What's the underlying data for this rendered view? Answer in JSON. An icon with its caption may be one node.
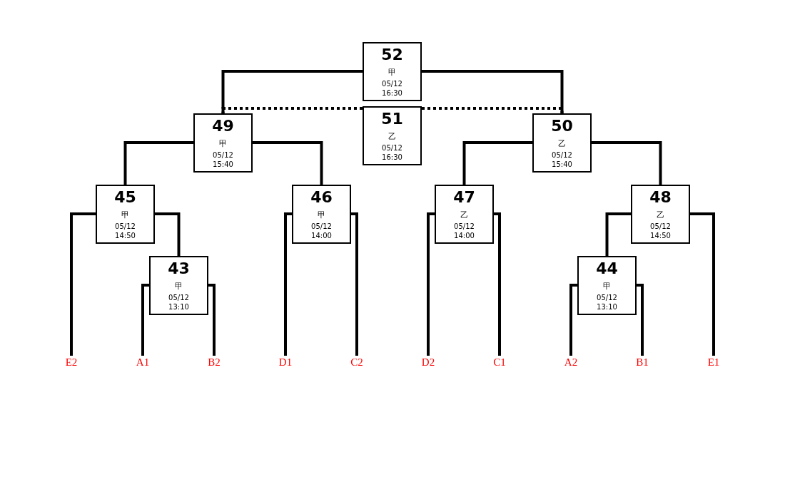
{
  "diagram": {
    "nodes": [
      {
        "text": [
          "52",
          "甲",
          "05/12 16:30"
        ]
      },
      {
        "text": [
          "49",
          "甲",
          "05/12 15:40"
        ]
      },
      {
        "text": [
          "51",
          "乙",
          "05/12 16:30"
        ]
      },
      {
        "text": [
          "50",
          "乙",
          "05/12 15:40"
        ]
      },
      {
        "text": [
          "45",
          "甲",
          "05/12 14:50"
        ]
      },
      {
        "text": [
          "46",
          "甲",
          "05/12 14:00"
        ]
      },
      {
        "text": [
          "47",
          "乙",
          "05/12 14:00"
        ]
      },
      {
        "text": [
          "48",
          "乙",
          "05/12 14:50"
        ]
      },
      {
        "text": [
          "43",
          "甲",
          "05/12 13:10"
        ]
      },
      {
        "text": [
          "44",
          "甲",
          "05/12 13:10"
        ]
      },
      {
        "text": [
          "E2"
        ]
      },
      {
        "text": [
          "A1"
        ]
      },
      {
        "text": [
          "B2"
        ]
      },
      {
        "text": [
          "D1"
        ]
      },
      {
        "text": [
          "C2"
        ]
      },
      {
        "text": [
          "D2"
        ]
      },
      {
        "text": [
          "C1"
        ]
      },
      {
        "text": [
          "A2"
        ]
      },
      {
        "text": [
          "B1"
        ]
      },
      {
        "text": [
          "E1"
        ]
      }
    ],
    "edges": [
      {
        "from": 0,
        "to": 1,
        "arrow": "none"
      },
      {
        "from": 0,
        "to": 3,
        "arrow": "none"
      },
      {
        "from": 2,
        "to": 1,
        "arrow": "none",
        "style": "dashed"
      },
      {
        "from": 2,
        "to": 3,
        "arrow": "none",
        "style": "dashed"
      },
      {
        "from": 1,
        "to": 4,
        "arrow": "none"
      },
      {
        "from": 1,
        "to": 5,
        "arrow": "none"
      },
      {
        "from": 3,
        "to": 6,
        "arrow": "none"
      },
      {
        "from": 3,
        "to": 7,
        "arrow": "none"
      },
      {
        "from": 4,
        "to": 10,
        "arrow": "none"
      },
      {
        "from": 4,
        "to": 8,
        "arrow": "none"
      },
      {
        "from": 8,
        "to": 11,
        "arrow": "none"
      },
      {
        "from": 8,
        "to": 12,
        "arrow": "none"
      },
      {
        "from": 5,
        "to": 13,
        "arrow": "none"
      },
      {
        "from": 5,
        "to": 14,
        "arrow": "none"
      },
      {
        "from": 6,
        "to": 15,
        "arrow": "none"
      },
      {
        "from": 6,
        "to": 16,
        "arrow": "none"
      },
      {
        "from": 7,
        "to": 9,
        "arrow": "none"
      },
      {
        "from": 7,
        "to": 19,
        "arrow": "none"
      },
      {
        "from": 9,
        "to": 17,
        "arrow": "none"
      },
      {
        "from": 9,
        "to": 18,
        "arrow": "none"
      }
    ]
  }
}
